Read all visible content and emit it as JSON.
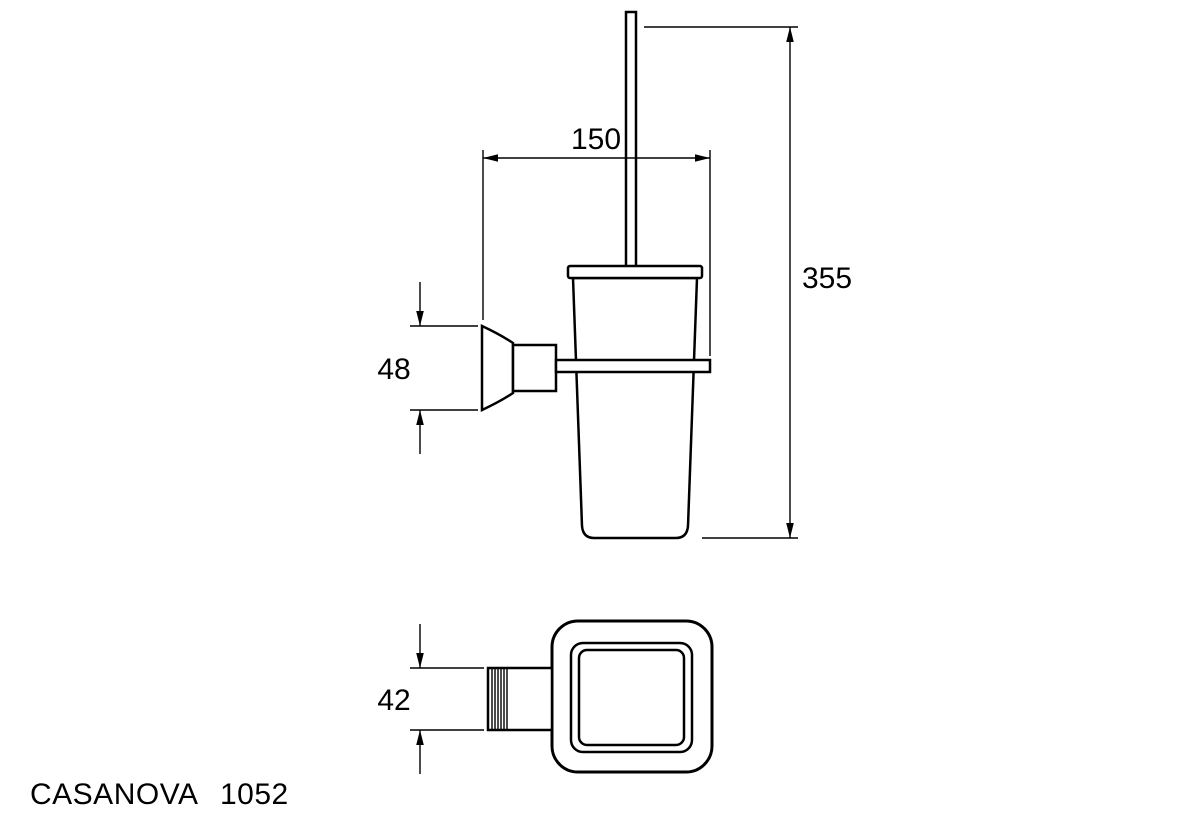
{
  "drawing": {
    "title": {
      "name": "CASANOVA",
      "code": "1052"
    },
    "dimensions": {
      "overall_width": "150",
      "overall_height": "355",
      "bracket_height": "48",
      "bracket_depth": "42"
    },
    "colors": {
      "line": "#000000",
      "background": "#ffffff"
    }
  }
}
